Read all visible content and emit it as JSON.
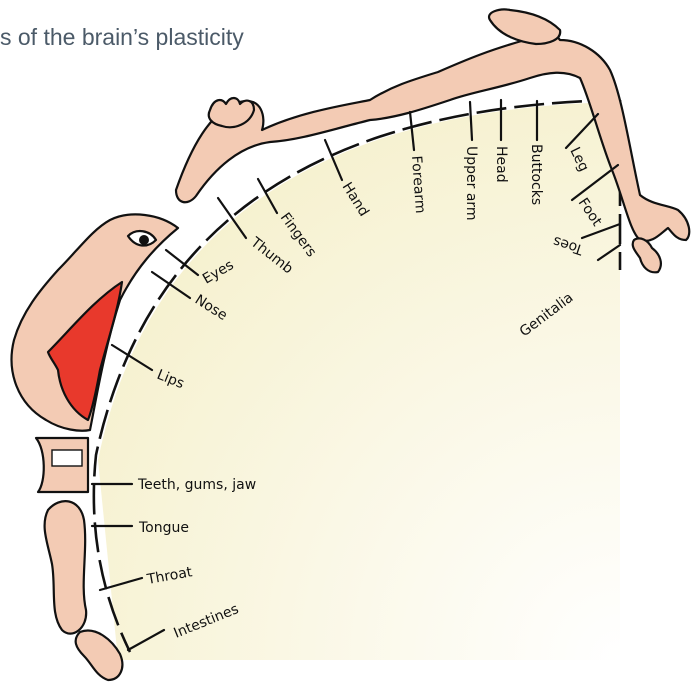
{
  "title": "s of the brain’s plasticity",
  "colors": {
    "skin": "#f3cbb4",
    "lips": "#e8392c",
    "wedge_inner": "#f6f1cf",
    "wedge_outer": "#ffffff",
    "text": "#4b5a68"
  },
  "labels": {
    "genitalia": "Genitalia",
    "toes": "Toes",
    "foot": "Foot",
    "leg": "Leg",
    "buttocks": "Buttocks",
    "head": "Head",
    "upper_arm": "Upper arm",
    "forearm": "Forearm",
    "hand": "Hand",
    "fingers": "Fingers",
    "thumb": "Thumb",
    "eyes": "Eyes",
    "nose": "Nose",
    "lips": "Lips",
    "teeth": "Teeth, gums, jaw",
    "tongue": "Tongue",
    "throat": "Throat",
    "intestines": "Intestines"
  }
}
